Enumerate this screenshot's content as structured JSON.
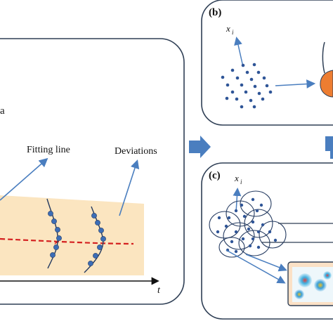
{
  "panel_a": {
    "partial_text": "a",
    "fitting_line_label": "Fitting line",
    "deviations_label": "Deviations",
    "axis_label": "t"
  },
  "panel_b": {
    "label": "(b)",
    "point_label": "x",
    "point_subscript": "i"
  },
  "panel_c": {
    "label": "(c)",
    "point_label": "x",
    "point_subscript": "i"
  },
  "colors": {
    "panel_border": "#2f3f55",
    "arrow_blue": "#4a7ebf",
    "dot_blue": "#2f5597",
    "band_fill": "#fbe5c0",
    "fit_line_red": "#d42020",
    "orange": "#ed7d31"
  }
}
